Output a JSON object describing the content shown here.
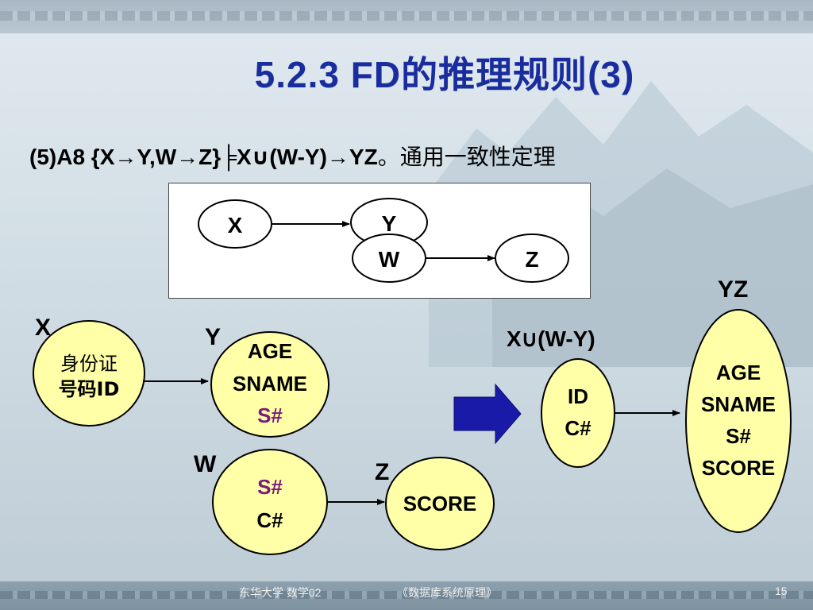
{
  "title": "5.2.3  FD的推理规则(3)",
  "rule": {
    "prefix": "(5)A8 {X→Y,W→Z}",
    "entails": "╞",
    "conclusion": "X∪(W-Y)→YZ",
    "note": "。通用一致性定理"
  },
  "schema": {
    "nodes": {
      "x": "X",
      "y": "Y",
      "w": "W",
      "z": "Z"
    }
  },
  "example": {
    "labels": {
      "x": "X",
      "y": "Y",
      "w": "W",
      "z": "Z",
      "union": "X∪(W-Y)",
      "yz": "YZ"
    },
    "x_node": [
      "身份证",
      "号码ID"
    ],
    "y_node": [
      "AGE",
      "SNAME",
      "S#"
    ],
    "w_node": [
      "S#",
      "C#"
    ],
    "z_node": [
      "SCORE"
    ],
    "union_node": [
      "ID",
      "C#"
    ],
    "yz_node": [
      "AGE",
      "SNAME",
      "S#",
      "SCORE"
    ],
    "colors": {
      "node_fill": "#ffffa8",
      "highlight": "#7a1a7a",
      "arrow": "#1a1aa8"
    }
  },
  "footer": {
    "school": "东华大学  数学02",
    "course": "《数据库系统原理》",
    "page": "15"
  }
}
